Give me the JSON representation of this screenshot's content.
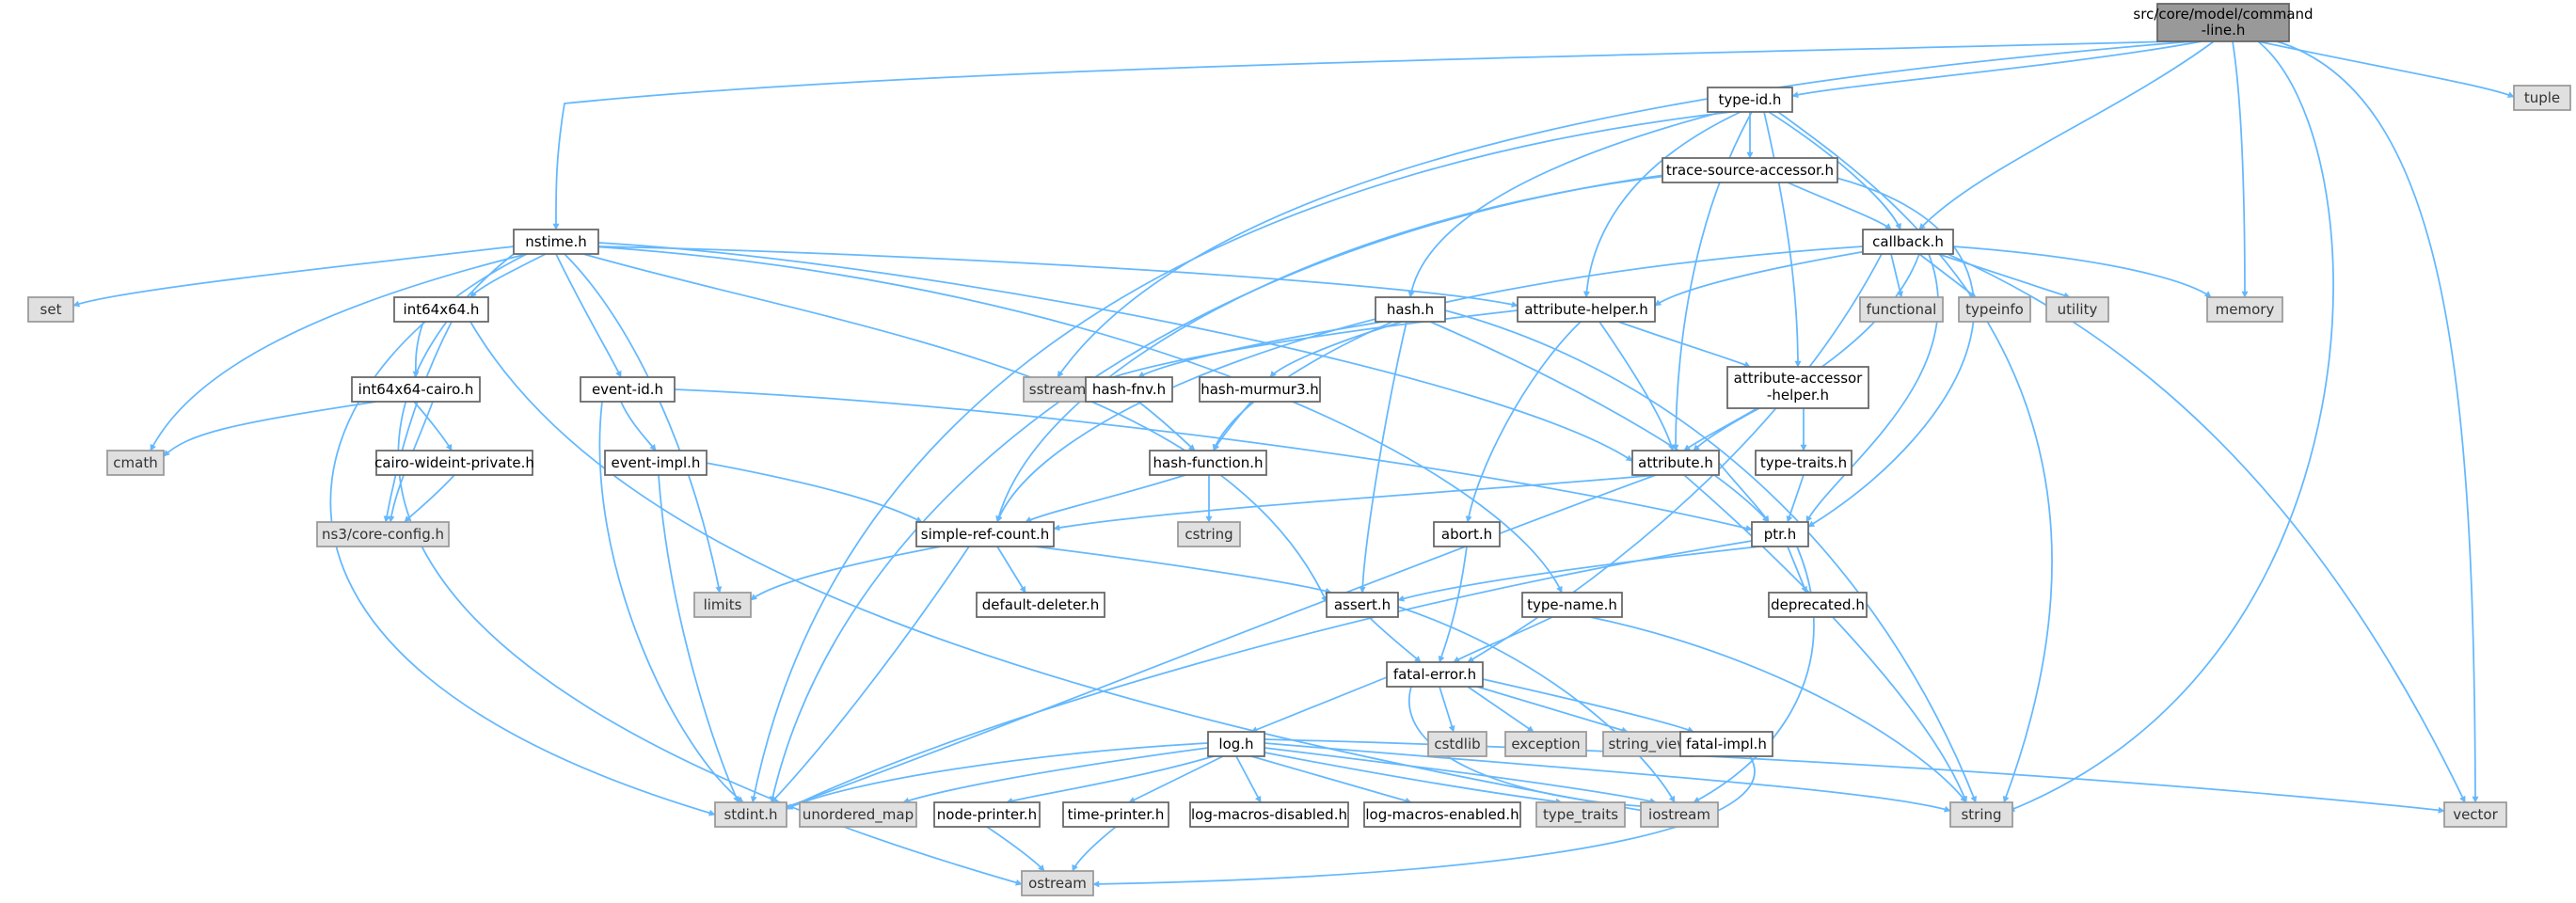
{
  "colors": {
    "edge": "#63b8ff",
    "file_fill": "#ffffff",
    "system_fill": "#e0e0e0",
    "root_fill": "#999999",
    "border": "#666666"
  },
  "nodes": {
    "command_line": {
      "label_line1": "src/core/model/command",
      "label_line2": "-line.h"
    },
    "type_id": {
      "label": "type-id.h"
    },
    "tuple": {
      "label": "tuple"
    },
    "nstime": {
      "label": "nstime.h"
    },
    "trace_source_accessor": {
      "label": "trace-source-accessor.h"
    },
    "callback": {
      "label": "callback.h"
    },
    "set": {
      "label": "set"
    },
    "int64x64": {
      "label": "int64x64.h"
    },
    "hash": {
      "label": "hash.h"
    },
    "attribute_helper": {
      "label": "attribute-helper.h"
    },
    "functional": {
      "label": "functional"
    },
    "typeinfo": {
      "label": "typeinfo"
    },
    "utility": {
      "label": "utility"
    },
    "memory": {
      "label": "memory"
    },
    "int64x64_cairo": {
      "label": "int64x64-cairo.h"
    },
    "event_id": {
      "label": "event-id.h"
    },
    "sstream": {
      "label": "sstream"
    },
    "hash_fnv": {
      "label": "hash-fnv.h"
    },
    "hash_murmur3": {
      "label": "hash-murmur3.h"
    },
    "attribute_accessor_helper": {
      "label_line1": "attribute-accessor",
      "label_line2": "-helper.h"
    },
    "cmath": {
      "label": "cmath"
    },
    "cairo_wideint_private": {
      "label": "cairo-wideint-private.h"
    },
    "event_impl": {
      "label": "event-impl.h"
    },
    "hash_function": {
      "label": "hash-function.h"
    },
    "attribute": {
      "label": "attribute.h"
    },
    "type_traits_h": {
      "label": "type-traits.h"
    },
    "core_config": {
      "label": "ns3/core-config.h"
    },
    "simple_ref_count": {
      "label": "simple-ref-count.h"
    },
    "cstring": {
      "label": "cstring"
    },
    "abort": {
      "label": "abort.h"
    },
    "ptr": {
      "label": "ptr.h"
    },
    "limits": {
      "label": "limits"
    },
    "default_deleter": {
      "label": "default-deleter.h"
    },
    "assert": {
      "label": "assert.h"
    },
    "type_name": {
      "label": "type-name.h"
    },
    "deprecated": {
      "label": "deprecated.h"
    },
    "fatal_error": {
      "label": "fatal-error.h"
    },
    "cstdlib": {
      "label": "cstdlib"
    },
    "exception": {
      "label": "exception"
    },
    "string_view": {
      "label": "string_view"
    },
    "fatal_impl": {
      "label": "fatal-impl.h"
    },
    "log": {
      "label": "log.h"
    },
    "stdint": {
      "label": "stdint.h"
    },
    "unordered_map": {
      "label": "unordered_map"
    },
    "node_printer": {
      "label": "node-printer.h"
    },
    "time_printer": {
      "label": "time-printer.h"
    },
    "log_macros_disabled": {
      "label": "log-macros-disabled.h"
    },
    "log_macros_enabled": {
      "label": "log-macros-enabled.h"
    },
    "type_traits": {
      "label": "type_traits"
    },
    "iostream": {
      "label": "iostream"
    },
    "string": {
      "label": "string"
    },
    "vector": {
      "label": "vector"
    },
    "ostream": {
      "label": "ostream"
    }
  }
}
